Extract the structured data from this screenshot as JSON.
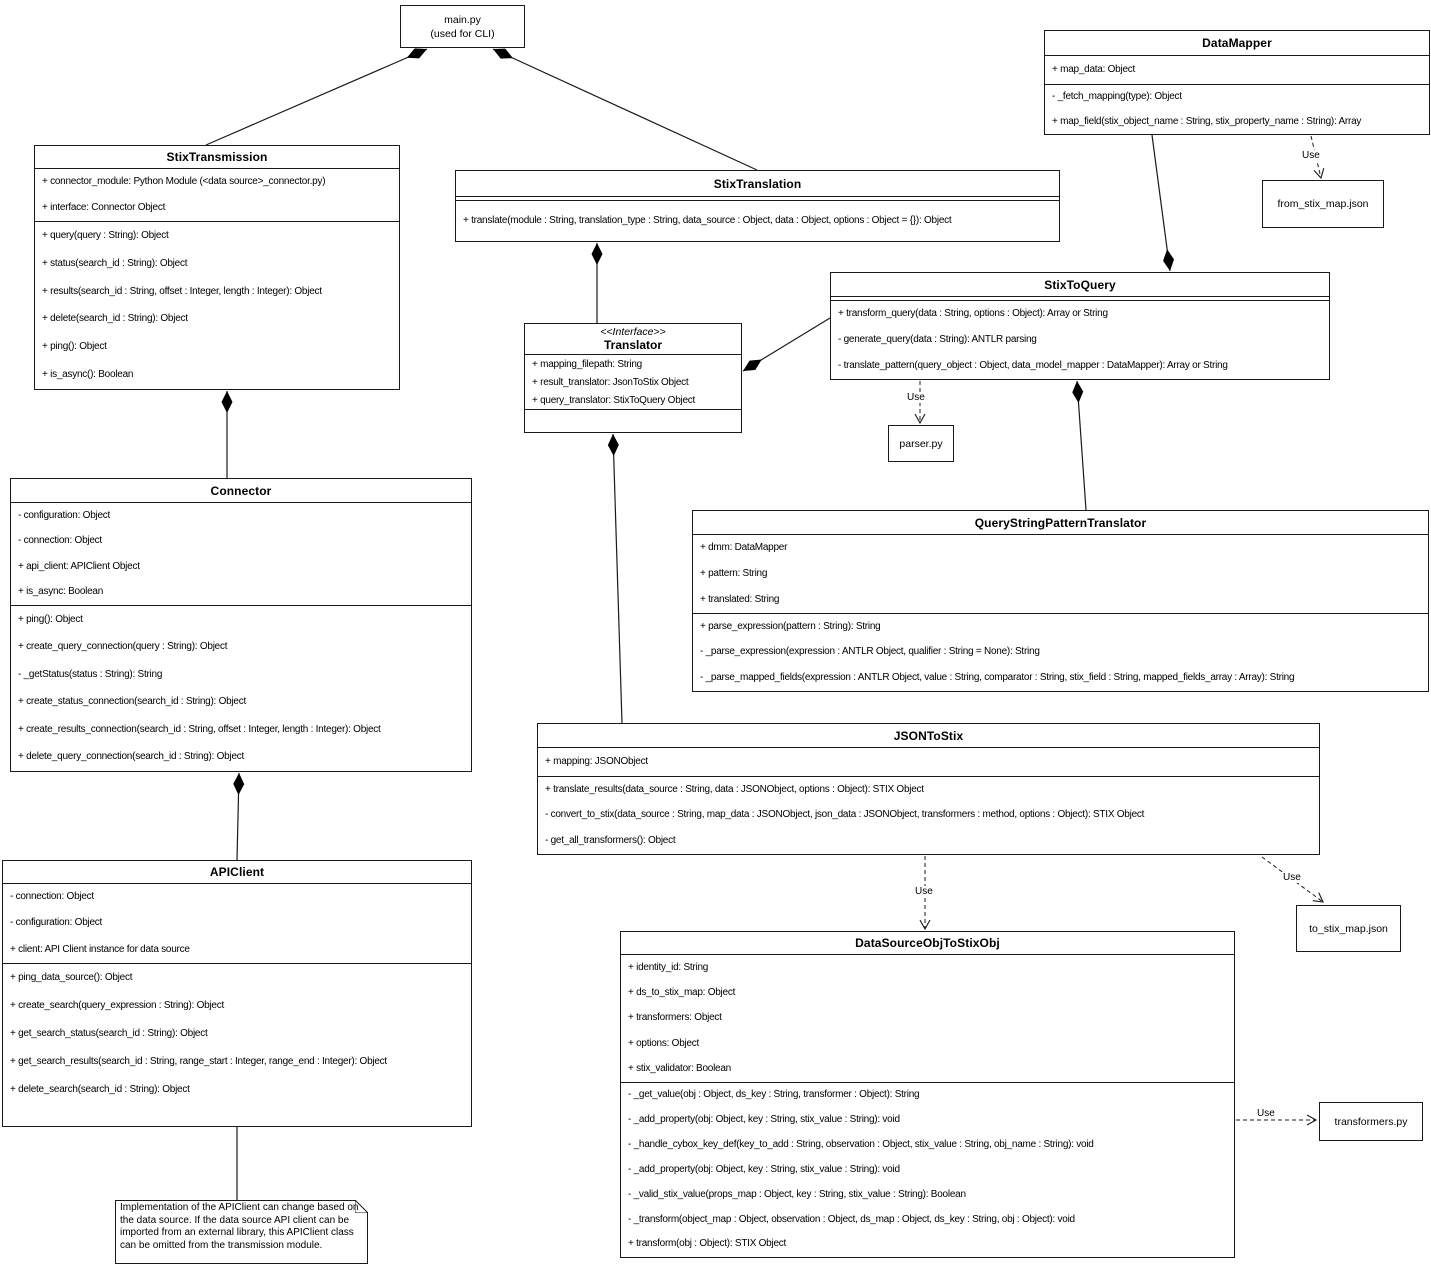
{
  "labels": {
    "use": "Use"
  },
  "classes": {
    "main_py": {
      "title": "main.py",
      "subtitle": "(used for CLI)"
    },
    "stix_transmission": {
      "title": "StixTransmission",
      "attributes": [
        "+ connector_module: Python Module (<data source>_connector.py)",
        "+ interface: Connector Object"
      ],
      "methods": [
        "+ query(query : String): Object",
        "+ status(search_id : String): Object",
        "+ results(search_id : String, offset : Integer, length : Integer): Object",
        "+ delete(search_id : String): Object",
        "+ ping(): Object",
        "+ is_async(): Boolean"
      ]
    },
    "data_mapper": {
      "title": "DataMapper",
      "attributes": [
        "+ map_data: Object"
      ],
      "methods": [
        "- _fetch_mapping(type): Object",
        "+ map_field(stix_object_name : String, stix_property_name : String): Array"
      ]
    },
    "stix_translation": {
      "title": "StixTranslation",
      "methods": [
        "+ translate(module : String, translation_type : String, data_source : Object, data : Object, options : Object = {}): Object"
      ]
    },
    "stix_to_query": {
      "title": "StixToQuery",
      "methods": [
        "+ transform_query(data : String, options : Object): Array or String",
        "- generate_query(data : String): ANTLR parsing",
        "- translate_pattern(query_object : Object, data_model_mapper : DataMapper): Array or String"
      ]
    },
    "translator": {
      "stereotype": "<<Interface>>",
      "title": "Translator",
      "attributes": [
        "+ mapping_filepath: String",
        "+ result_translator: JsonToStix Object",
        "+ query_translator: StixToQuery Object"
      ]
    },
    "connector": {
      "title": "Connector",
      "attributes": [
        "- configuration: Object",
        "- connection: Object",
        "+ api_client: APIClient Object",
        "+ is_async: Boolean"
      ],
      "methods": [
        "+ ping(): Object",
        "+ create_query_connection(query : String): Object",
        "- _getStatus(status : String): String",
        "+ create_status_connection(search_id : String): Object",
        "+ create_results_connection(search_id : String, offset : Integer, length : Integer): Object",
        "+ delete_query_connection(search_id : String): Object"
      ]
    },
    "query_string_pattern_translator": {
      "title": "QueryStringPatternTranslator",
      "attributes": [
        "+ dmm: DataMapper",
        "+ pattern: String",
        "+ translated: String"
      ],
      "methods": [
        "+ parse_expression(pattern : String): String",
        "- _parse_expression(expression : ANTLR Object, qualifier : String = None): String",
        "- _parse_mapped_fields(expression : ANTLR Object, value : String, comparator : String, stix_field : String, mapped_fields_array : Array): String"
      ]
    },
    "json_to_stix": {
      "title": "JSONToStix",
      "attributes": [
        "+ mapping: JSONObject"
      ],
      "methods": [
        "+ translate_results(data_source : String, data : JSONObject, options : Object): STIX Object",
        "- convert_to_stix(data_source : String, map_data : JSONObject, json_data : JSONObject, transformers : method, options : Object): STIX Object",
        "- get_all_transformers(): Object"
      ]
    },
    "api_client": {
      "title": "APIClient",
      "attributes": [
        "- connection: Object",
        "- configuration: Object",
        "+ client: API Client instance for data source"
      ],
      "methods": [
        "+ ping_data_source(): Object",
        "+ create_search(query_expression : String): Object",
        "+ get_search_status(search_id : String): Object",
        "+ get_search_results(search_id : String, range_start : Integer, range_end : Integer): Object",
        "+ delete_search(search_id : String): Object"
      ]
    },
    "data_source_obj_to_stix_obj": {
      "title": "DataSourceObjToStixObj",
      "attributes": [
        "+ identity_id: String",
        "+ ds_to_stix_map: Object",
        "+ transformers: Object",
        "+ options: Object",
        "+ stix_validator: Boolean"
      ],
      "methods": [
        "- _get_value(obj : Object, ds_key : String, transformer : Object): String",
        "- _add_property(obj: Object, key : String, stix_value : String): void",
        "- _handle_cybox_key_def(key_to_add : String, observation : Object, stix_value : String, obj_name : String): void",
        "- _add_property(obj: Object, key : String, stix_value : String): void",
        "- _valid_stix_value(props_map : Object, key : String, stix_value : String): Boolean",
        "- _transform(object_map : Object, observation : Object, ds_map : Object, ds_key : String, obj : Object): void",
        "+ transform(obj : Object): STIX Object"
      ]
    }
  },
  "artifacts": {
    "from_stix_map": {
      "label": "from_stix_map.json"
    },
    "parser": {
      "label": "parser.py"
    },
    "to_stix_map": {
      "label": "to_stix_map.json"
    },
    "transformers": {
      "label": "transformers.py"
    }
  },
  "note": {
    "text": "Implementation of the APIClient can change based on the data source. If the data source API client can be imported from an external library, this APIClient class can be omitted from the transmission module."
  }
}
